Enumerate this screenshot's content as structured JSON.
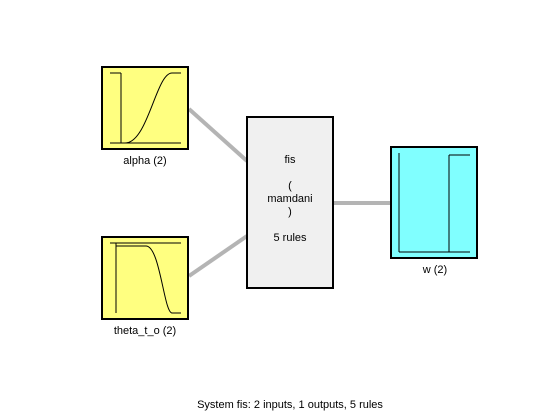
{
  "colors": {
    "input_fill": "#ffff80",
    "output_fill": "#80ffff",
    "system_fill": "#f0f0f0",
    "connector": "#b4b4b4",
    "border": "#000000"
  },
  "inputs": [
    {
      "label": "alpha (2)",
      "icon": "z-shaped-and-s-shaped-membership-functions-icon"
    },
    {
      "label": "theta_t_o (2)",
      "icon": "flat-top-and-z-shaped-membership-functions-icon"
    }
  ],
  "system": {
    "name": "fis",
    "open_paren": "(",
    "type": "mamdani",
    "close_paren": ")",
    "rules": "5 rules"
  },
  "outputs": [
    {
      "label": "w (2)",
      "icon": "rectangular-membership-functions-icon"
    }
  ],
  "footer": "System fis: 2 inputs, 1 outputs, 5 rules"
}
